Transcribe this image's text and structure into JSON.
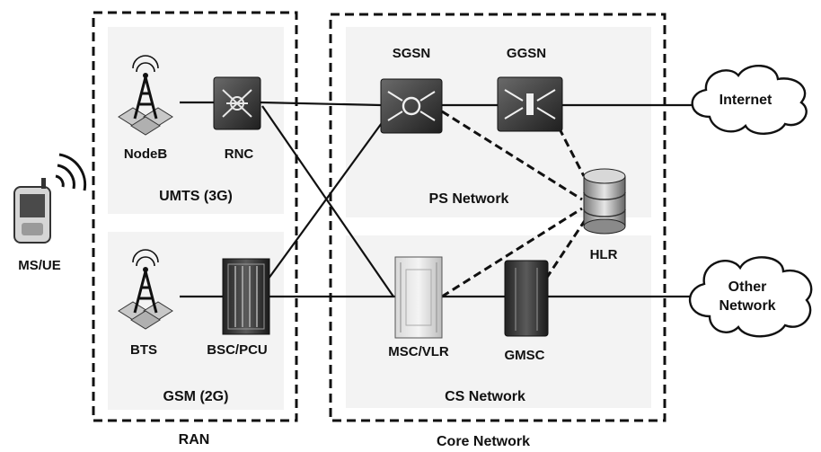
{
  "mobile": {
    "label": "MS/UE"
  },
  "ran": {
    "label": "RAN",
    "umts": {
      "label": "UMTS (3G)",
      "nodeb": "NodeB",
      "rnc": "RNC"
    },
    "gsm": {
      "label": "GSM (2G)",
      "bts": "BTS",
      "bsc": "BSC/PCU"
    }
  },
  "core": {
    "label": "Core Network",
    "ps": {
      "label": "PS Network",
      "sgsn": "SGSN",
      "ggsn": "GGSN"
    },
    "cs": {
      "label": "CS Network",
      "msc": "MSC/VLR",
      "gmsc": "GMSC"
    },
    "hlr": "HLR"
  },
  "external": {
    "internet": "Internet",
    "other_line1": "Other",
    "other_line2": "Network"
  },
  "icons": [
    "phone-icon",
    "signal-waves-icon",
    "antenna-tower-icon",
    "router-icon",
    "server-rack-icon",
    "database-icon",
    "cloud-icon"
  ]
}
